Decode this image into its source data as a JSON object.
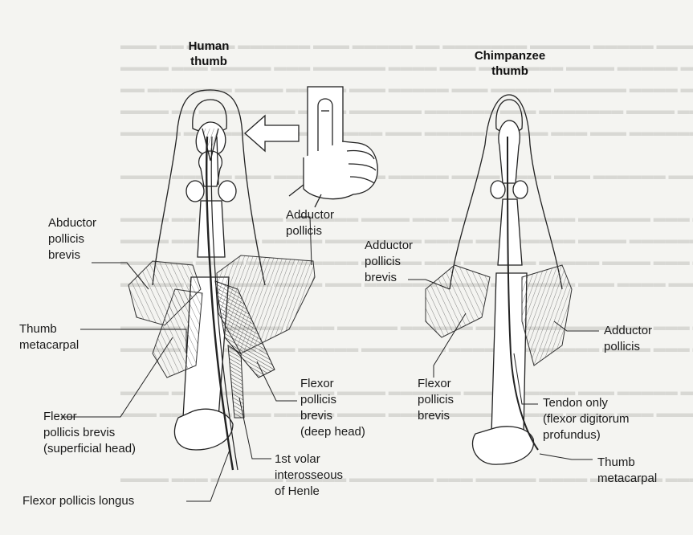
{
  "titles": {
    "human": [
      "Human",
      "thumb"
    ],
    "chimp": [
      "Chimpanzee",
      "thumb"
    ]
  },
  "labels": {
    "abductor_pollicis_brevis": [
      "Abductor",
      "pollicis",
      "brevis"
    ],
    "thumb_metacarpal_human": [
      "Thumb",
      "metacarpal"
    ],
    "flexor_pollicis_brevis_superficial": [
      "Flexor",
      "pollicis brevis",
      "(superficial head)"
    ],
    "flexor_pollicis_longus": [
      "Flexor pollicis longus"
    ],
    "adductor_pollicis_human": [
      "Adductor",
      "pollicis"
    ],
    "flexor_pollicis_brevis_deep": [
      "Flexor",
      "pollicis",
      "brevis",
      "(deep head)"
    ],
    "first_volar_interosseous": [
      "1st volar",
      "interosseous",
      "of Henle"
    ],
    "adductor_pollicis_brevis_chimp": [
      "Adductor",
      "pollicis",
      "brevis"
    ],
    "flexor_pollicis_brevis_chimp": [
      "Flexor",
      "pollicis",
      "brevis"
    ],
    "adductor_pollicis_chimp": [
      "Adductor",
      "pollicis"
    ],
    "tendon_only": [
      "Tendon only",
      "(flexor digitorum",
      "profundus)"
    ],
    "thumb_metacarpal_chimp": [
      "Thumb",
      "metacarpal"
    ]
  }
}
